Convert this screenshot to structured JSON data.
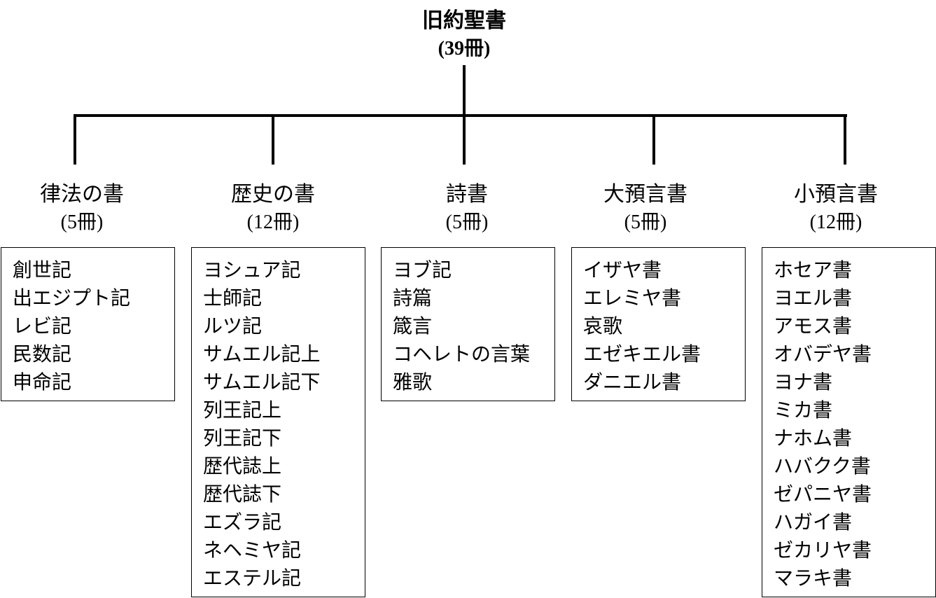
{
  "root": {
    "title": "旧約聖書",
    "count": "(39冊)"
  },
  "categories": [
    {
      "title": "律法の書",
      "count": "(5冊)",
      "books": [
        "創世記",
        "出エジプト記",
        "レビ記",
        "民数記",
        "申命記"
      ]
    },
    {
      "title": "歴史の書",
      "count": "(12冊)",
      "books": [
        "ヨシュア記",
        "士師記",
        "ルツ記",
        "サムエル記上",
        "サムエル記下",
        "列王記上",
        "列王記下",
        "歴代誌上",
        "歴代誌下",
        "エズラ記",
        "ネヘミヤ記",
        "エステル記"
      ]
    },
    {
      "title": "詩書",
      "count": "(5冊)",
      "books": [
        "ヨブ記",
        "詩篇",
        "箴言",
        "コヘレトの言葉",
        "雅歌"
      ]
    },
    {
      "title": "大預言書",
      "count": "(5冊)",
      "books": [
        "イザヤ書",
        "エレミヤ書",
        "哀歌",
        "エゼキエル書",
        "ダニエル書"
      ]
    },
    {
      "title": "小預言書",
      "count": "(12冊)",
      "books": [
        "ホセア書",
        "ヨエル書",
        "アモス書",
        "オバデヤ書",
        "ヨナ書",
        "ミカ書",
        "ナホム書",
        "ハバクク書",
        "ゼパニヤ書",
        "ハガイ書",
        "ゼカリヤ書",
        "マラキ書"
      ]
    }
  ]
}
